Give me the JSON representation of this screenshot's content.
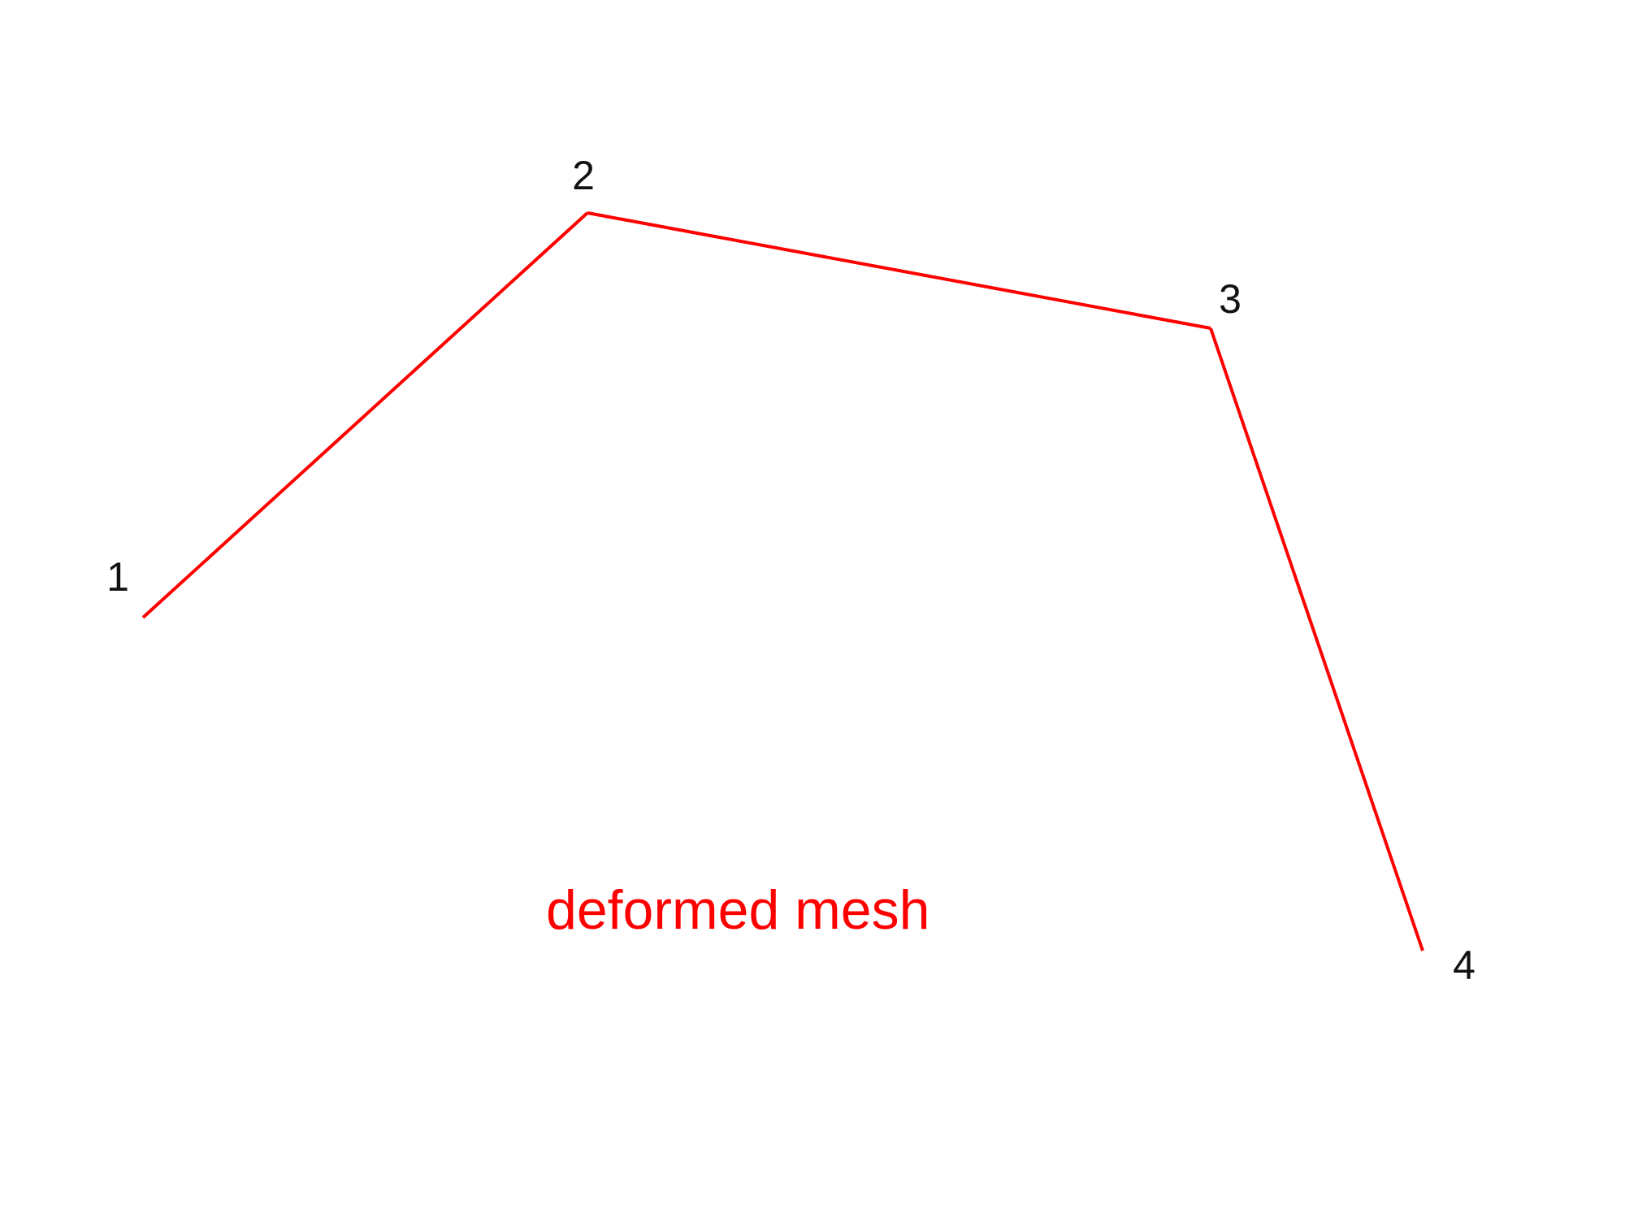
{
  "diagram": {
    "caption": "deformed mesh",
    "line_color": "#ff0000",
    "caption_color": "#ff0000",
    "nodes": [
      {
        "id": "1",
        "label": "1"
      },
      {
        "id": "2",
        "label": "2"
      },
      {
        "id": "3",
        "label": "3"
      },
      {
        "id": "4",
        "label": "4"
      }
    ],
    "edges": [
      {
        "from": "1",
        "to": "2"
      },
      {
        "from": "2",
        "to": "3"
      },
      {
        "from": "3",
        "to": "4"
      }
    ]
  }
}
